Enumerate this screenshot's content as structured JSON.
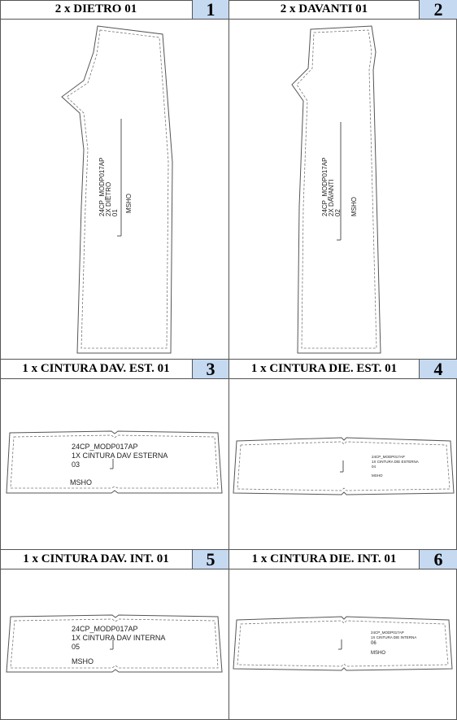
{
  "panels": [
    {
      "header": "2 x DIETRO 01",
      "number": "1",
      "label_lines": [
        "24CP_MODP017AP",
        "2X DIETRO",
        "01"
      ],
      "sub_label": "MSHO"
    },
    {
      "header": "2 x DAVANTI 01",
      "number": "2",
      "label_lines": [
        "24CP_MODP017AP",
        "2X DAVANTI",
        "02"
      ],
      "sub_label": "MSHO"
    },
    {
      "header": "1 x CINTURA DAV. EST. 01",
      "number": "3",
      "label_lines": [
        "24CP_MODP017AP",
        "1X CINTURA DAV ESTERNA",
        "03"
      ],
      "sub_label": "MSHO"
    },
    {
      "header": "1 x CINTURA DIE. EST. 01",
      "number": "4",
      "label_lines": [
        "24CP_MODP017AP",
        "1X CINTURA DIE ESTERNA",
        "04"
      ],
      "sub_label": "MSHO"
    },
    {
      "header": "1 x CINTURA DAV. INT. 01",
      "number": "5",
      "label_lines": [
        "24CP_MODP017AP",
        "1X CINTURA DAV INTERNA",
        "05"
      ],
      "sub_label": "MSHO"
    },
    {
      "header": "1 x CINTURA DIE. INT. 01",
      "number": "6",
      "label_lines": [
        "24CP_MODP017AP",
        "1X CINTURA DIE INTERNA",
        "06"
      ],
      "sub_label": "MSHO"
    }
  ],
  "colors": {
    "number_cell": "#c5d9f1",
    "grid_line": "#555555",
    "piece_outline": "#555555"
  }
}
